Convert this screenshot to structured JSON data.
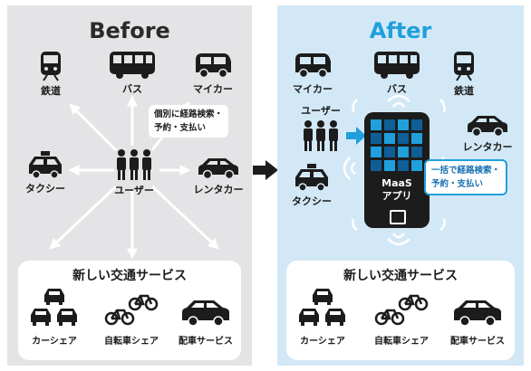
{
  "before": {
    "title": "Before",
    "bubble": [
      "個別に経路検索・",
      "予約・支払い"
    ],
    "rail": "鉄道",
    "bus": "バス",
    "mycar": "マイカー",
    "taxi": "タクシー",
    "user": "ユーザー",
    "rental": "レンタカー"
  },
  "after": {
    "title": "After",
    "mycar": "マイカー",
    "bus": "バス",
    "rail": "鉄道",
    "user": "ユーザー",
    "rental": "レンタカー",
    "taxi": "タクシー",
    "app": [
      "MaaS",
      "アプリ"
    ],
    "bubble": [
      "一括で経路検索・",
      "予約・支払い"
    ]
  },
  "services": {
    "title": "新しい交通サービス",
    "carshare": "カーシェア",
    "bikeshare": "自転車シェア",
    "dispatch": "配車サービス"
  },
  "colors": {
    "accent": "#1fa0dc",
    "dark": "#1c1c1c",
    "before_bg": "#e4e4e6",
    "after_bg": "#d3e8f6"
  }
}
